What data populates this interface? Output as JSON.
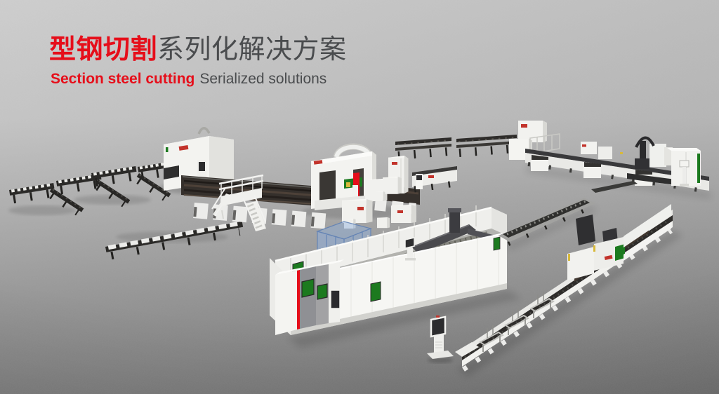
{
  "header": {
    "title_cn": {
      "highlight": "型钢切割",
      "rest": "系列化解决方案"
    },
    "subtitle": {
      "highlight": "Section steel cutting",
      "rest": "Serialized solutions"
    }
  },
  "colors": {
    "accent_red": "#e60e1a",
    "logo_red": "#c2332b",
    "title_gray": "#4a4c4e",
    "floor_top": "#cccccc",
    "floor_mid": "#a8a8a8",
    "floor_bottom": "#797979",
    "machine_white": "#f2f2ef",
    "machine_shade": "#d8d8d4",
    "panel_gray": "#9a9a9c",
    "conveyor_dark": "#2e2c2a",
    "beam_brown": "#41372f",
    "window_green": "#1c7a1f",
    "cage_blue": "#8fafdc",
    "safety_yellow": "#d8b93a"
  }
}
